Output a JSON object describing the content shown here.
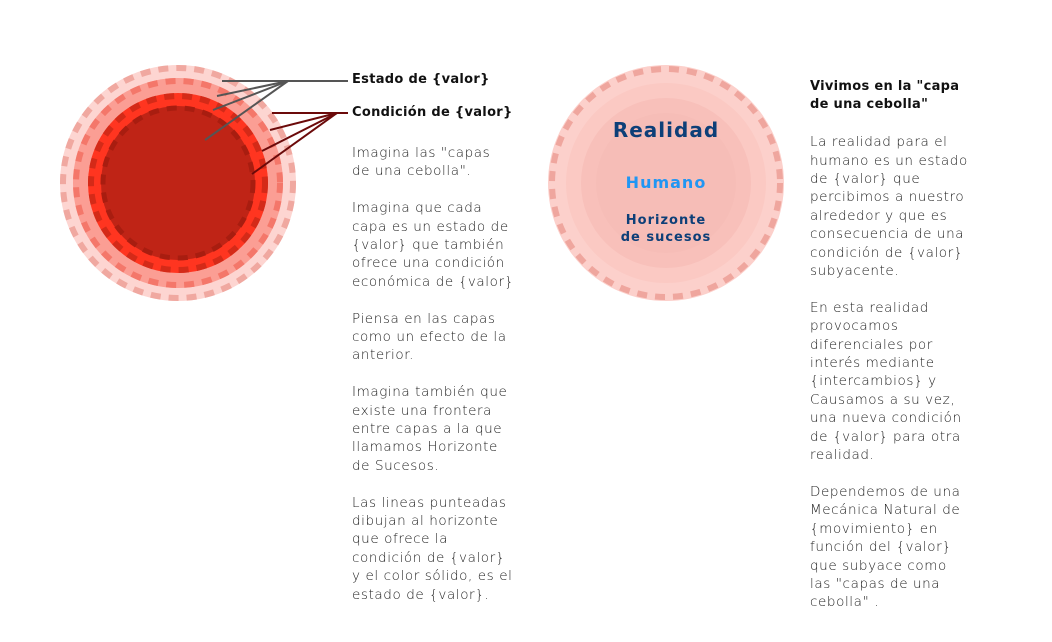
{
  "left_diagram": {
    "labels": {
      "state": "Estado de {valor}",
      "condition": "Condición de {valor}"
    },
    "colors": {
      "layer1": "#fdd5d1",
      "layer2": "#fb9e94",
      "layer3": "#ff3520",
      "layer4": "#bf2416",
      "state_lines": "#555555",
      "condition_lines": "#6b0a0a"
    },
    "paragraphs": [
      "Imagina las \"capas\nde una cebolla\".",
      "Imagina que cada\ncapa es un estado de\n{valor} que también\nofrece una condición\neconómica de {valor}",
      "Piensa en las capas\ncomo un efecto de la\nanterior.",
      "Imagina también que\nexiste una frontera\nentre capas a la que\nllamamos Horizonte\nde Sucesos.",
      "Las lineas punteadas\ndibujan al horizonte\nque ofrece la\ncondición de {valor}\ny el color sólido, es el\nestado de {valor}."
    ]
  },
  "right_diagram": {
    "layers": {
      "outer": "Realidad",
      "middle": "Humano",
      "inner_line1": "Horizonte",
      "inner_line2": "de sucesos"
    },
    "colors": {
      "realidad_text": "#0d3f78",
      "humano_text": "#2196f3",
      "horizonte_text": "#0d3f78",
      "fill": "#fcc9c4"
    }
  },
  "right_text": {
    "heading": "Vivimos en la \"capa\nde una cebolla\"",
    "paragraphs": [
      "La realidad para el\nhumano es un estado\nde {valor} que\npercibimos a nuestro\nalrededor y que es\nconsecuencia de una\ncondición de {valor}\nsubyacente.",
      "En esta realidad\nprovocamos\ndiferenciales por\ninterés mediante\n{intercambios} y\nCausamos a su vez,\nuna nueva condición\nde {valor} para otra\nrealidad.",
      "Dependemos de una\nMecánica Natural de\n{movimiento} en\nfunción del {valor}\nque subyace como\nlas \"capas de una\ncebolla\" ."
    ]
  }
}
